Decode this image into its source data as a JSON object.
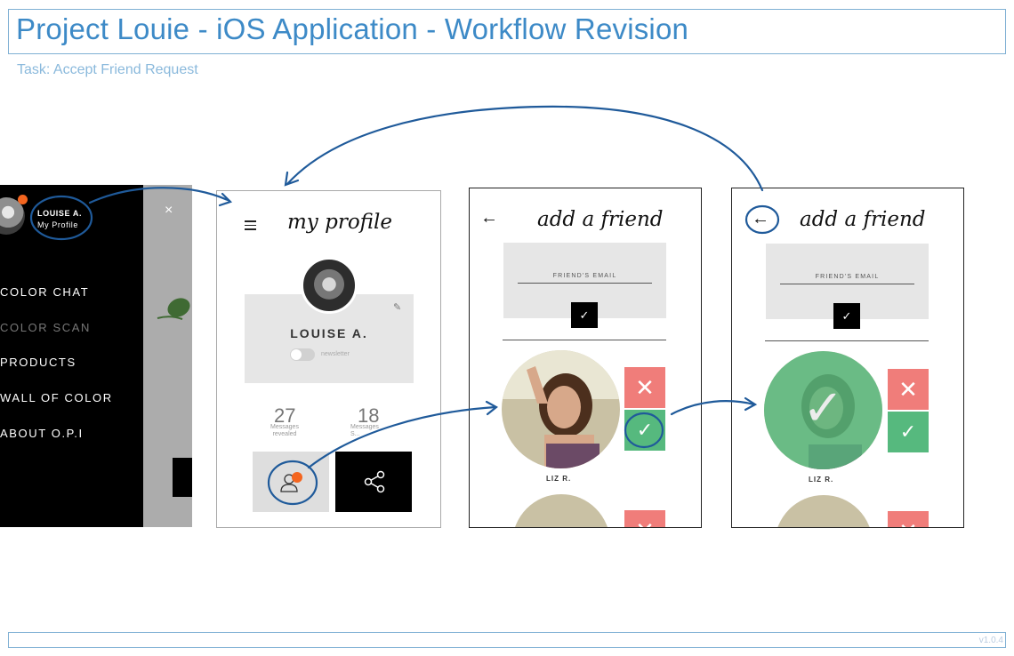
{
  "header": {
    "title": "Project Louie - iOS Application - Workflow Revision",
    "subtitle": "Task: Accept Friend Request"
  },
  "footer": {
    "version": "v1.0.4"
  },
  "menu_screen": {
    "user_name": "LOUISE A.",
    "profile_link": "My Profile",
    "close_glyph": "×",
    "items": [
      "COLOR CHAT",
      "COLOR SCAN",
      "PRODUCTS",
      "WALL OF COLOR",
      "ABOUT O.P.I"
    ],
    "dimmed_item_index": 1
  },
  "profile_screen": {
    "title": "my profile",
    "name": "LOUISE A.",
    "newsletter_label": "newsletter",
    "stat_1": {
      "value": "27",
      "label": "Messages revealed"
    },
    "stat_2": {
      "value": "18",
      "label": "Messages S..."
    }
  },
  "add_friend_screen": {
    "title": "add a friend",
    "back_glyph": "←",
    "email_label": "FRIEND'S EMAIL",
    "friend_name": "LIZ R.",
    "reject_glyph": "✕",
    "accept_glyph": "✓"
  },
  "add_friend_accepted_screen": {
    "title": "add a friend",
    "back_glyph": "←",
    "email_label": "FRIEND'S EMAIL",
    "friend_name": "LIZ R.",
    "reject_glyph": "✕",
    "accept_glyph": "✓",
    "accepted_glyph": "✓"
  },
  "colors": {
    "annotation_blue": "#1f5a9a",
    "notification_orange": "#f4651f",
    "reject_red": "#f07d7a",
    "accept_green": "#56b97e"
  }
}
